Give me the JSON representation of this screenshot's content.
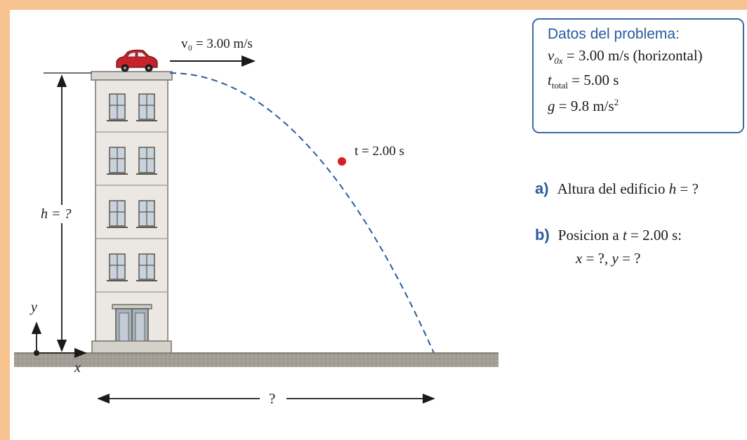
{
  "diagram": {
    "velocity_label": "v₀ = 3.00 m/s",
    "time_label": "t = 2.00 s",
    "height_label": "h = ?",
    "distance_label": "?",
    "axis_y_label": "y",
    "axis_x_label": "x",
    "trajectory_color": "#2d5aa0",
    "marker_color": "#d62020",
    "car_color": "#c8232b"
  },
  "data_box": {
    "title": "Datos del problema:",
    "v0x_prefix": "v",
    "v0x_sub": "0x",
    "v0x_value": " = 3.00 m/s (horizontal)",
    "t_prefix": "t",
    "t_sub": "total",
    "t_value": " = 5.00 s",
    "g_prefix": "g",
    "g_value": " = 9.8 m/s",
    "g_sup": "2"
  },
  "questions": {
    "a_letter": "a)",
    "a_text": "Altura del edificio ",
    "a_var": "h",
    "a_tail": " = ?",
    "b_letter": "b)",
    "b_text": "Posicion a ",
    "b_var": "t",
    "b_tail": " = 2.00 s:",
    "b_line2_x": "x",
    "b_line2_mid": " = ?,  ",
    "b_line2_y": "y",
    "b_line2_tail": " = ?"
  }
}
